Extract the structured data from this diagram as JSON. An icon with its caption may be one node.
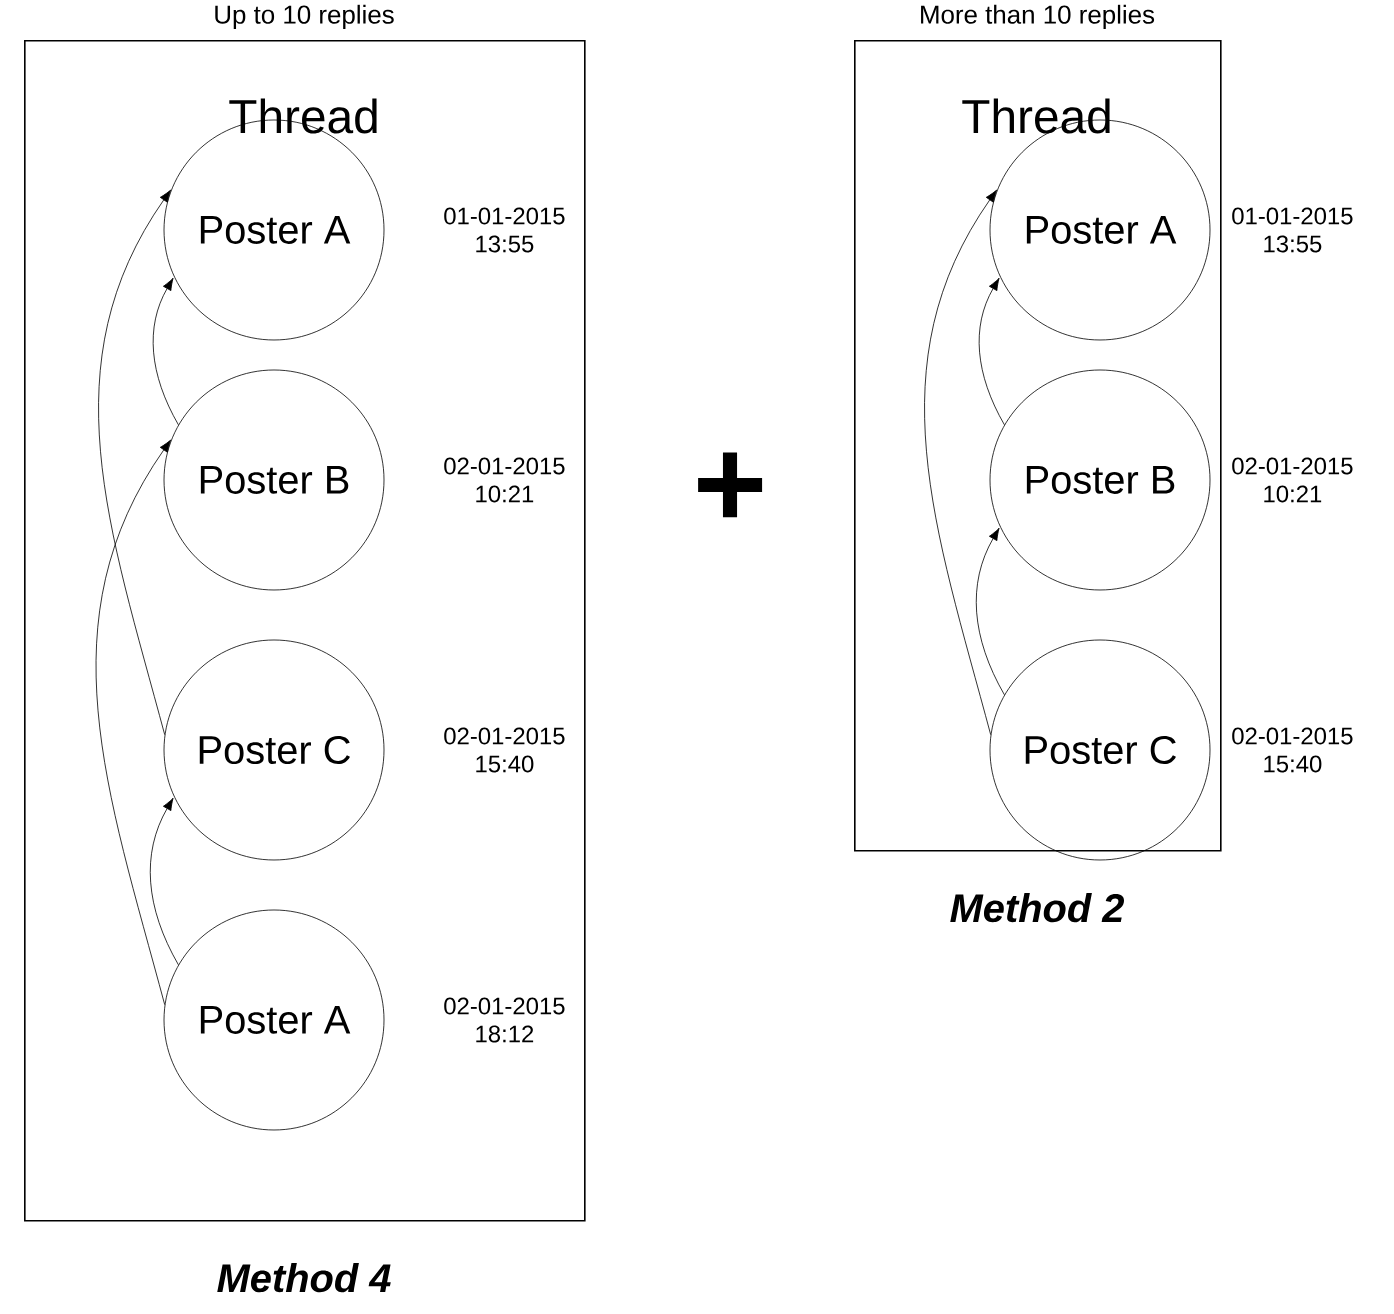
{
  "diagram": {
    "nodes": [
      {
        "text": [
          "Up to 10 replies",
          "Thread"
        ],
        "beside": [
          "Method 4"
        ]
      },
      {
        "text": [
          "Poster A"
        ],
        "in": 0,
        "beside": [
          "01-01-2015 13:55"
        ]
      },
      {
        "text": [
          "Poster B"
        ],
        "in": 0,
        "beside": [
          "02-01-2015 10:21"
        ]
      },
      {
        "text": [
          "Poster C"
        ],
        "in": 0,
        "beside": [
          "02-01-2015 15:40"
        ]
      },
      {
        "text": [
          "Poster A"
        ],
        "in": 0,
        "beside": [
          "02-01-2015 18:12"
        ]
      },
      {
        "text": [
          "More than 10 replies",
          "Thread"
        ],
        "beside": [
          "Method 2"
        ]
      },
      {
        "text": [
          "Poster A"
        ],
        "in": 5,
        "beside": [
          "01-01-2015 13:55"
        ]
      },
      {
        "text": [
          "Poster B"
        ],
        "in": 5,
        "beside": [
          "02-01-2015 10:21"
        ]
      },
      {
        "text": [
          "Poster C"
        ],
        "in": 5,
        "beside": [
          "02-01-2015 15:40"
        ]
      }
    ],
    "edges": [
      {
        "from": 2,
        "to": 1,
        "arrow": "to"
      },
      {
        "from": 3,
        "to": 1,
        "arrow": "to"
      },
      {
        "from": 4,
        "to": 2,
        "arrow": "to"
      },
      {
        "from": 4,
        "to": 3,
        "arrow": "to"
      },
      {
        "from": 7,
        "to": 6,
        "arrow": "to"
      },
      {
        "from": 8,
        "to": 6,
        "arrow": "to"
      },
      {
        "from": 8,
        "to": 7,
        "arrow": "to"
      }
    ],
    "labels": [
      "+"
    ]
  }
}
